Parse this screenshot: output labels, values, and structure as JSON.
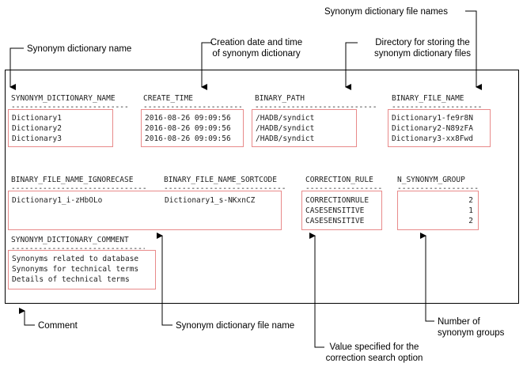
{
  "callouts": {
    "file_names": "Synonym dictionary file names",
    "dict_name": "Synonym dictionary name",
    "creation_line1": "Creation date and time",
    "creation_line2": "of synonym dictionary",
    "directory_line1": "Directory for storing the",
    "directory_line2": "synonym dictionary files",
    "comment": "Comment",
    "file_name": "Synonym dictionary file name",
    "groups_line1": "Number of",
    "groups_line2": "synonym groups",
    "correction_line1": "Value specified for the",
    "correction_line2": "correction search option"
  },
  "section1": {
    "headers": {
      "name": "SYNONYM_DICTIONARY_NAME",
      "create_time": "CREATE_TIME",
      "binary_path": "BINARY_PATH",
      "binary_file_name": "BINARY_FILE_NAME"
    },
    "rows": [
      {
        "name": "Dictionary1",
        "create_time": "2016-08-26 09:09:56",
        "binary_path": "/HADB/syndict",
        "binary_file_name": "Dictionary1-fe9r8N"
      },
      {
        "name": "Dictionary2",
        "create_time": "2016-08-26 09:09:56",
        "binary_path": "/HADB/syndict",
        "binary_file_name": "Dictionary2-N89zFA"
      },
      {
        "name": "Dictionary3",
        "create_time": "2016-08-26 09:09:56",
        "binary_path": "/HADB/syndict",
        "binary_file_name": "Dictionary3-xx8Fwd"
      }
    ]
  },
  "section2": {
    "headers": {
      "ignorecase": "BINARY_FILE_NAME_IGNORECASE",
      "sortcode": "BINARY_FILE_NAME_SORTCODE",
      "correction_rule": "CORRECTION_RULE",
      "n_group": "N_SYNONYM_GROUP"
    },
    "values": {
      "ignorecase": "Dictionary1_i-zHbOLo",
      "sortcode": "Dictionary1_s-NKxnCZ",
      "correction_rules": [
        "CORRECTIONRULE",
        "CASESENSITIVE",
        "CASESENSITIVE"
      ],
      "n_groups": [
        "2",
        "1",
        "2"
      ]
    }
  },
  "section3": {
    "header": "SYNONYM_DICTIONARY_COMMENT",
    "comments": [
      "Synonyms related to database",
      "Synonyms for technical terms",
      "Details of technical terms"
    ]
  },
  "colors": {
    "highlight_border": "#e88a8a",
    "frame": "#000000"
  }
}
